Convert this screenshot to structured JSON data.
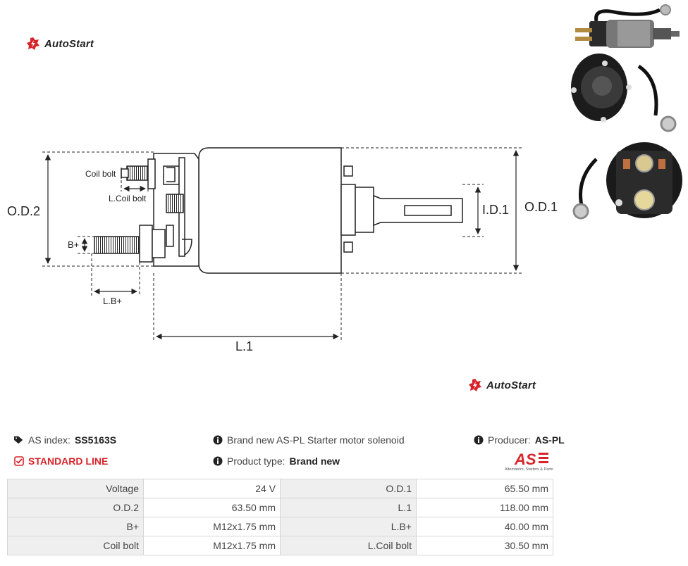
{
  "brand": {
    "name": "AutoStart"
  },
  "drawing_labels": {
    "coil_bolt": "Coil bolt",
    "l_coil_bolt": "L.Coil bolt",
    "od2": "O.D.2",
    "b_plus": "B+",
    "lb_plus": "L.B+",
    "l1": "L.1",
    "id1": "I.D.1",
    "od1": "O.D.1"
  },
  "info": {
    "as_index_label": "AS index:",
    "as_index_value": "SS5163S",
    "standard_line": "STANDARD LINE",
    "description": "Brand new AS-PL Starter motor solenoid",
    "product_type_label": "Product type:",
    "product_type_value": "Brand new",
    "producer_label": "Producer:",
    "producer_value": "AS-PL"
  },
  "aspl_logo": {
    "mark": "AS",
    "tagline": "Alternators, Starters & Parts"
  },
  "specs": [
    {
      "label1": "Voltage",
      "value1": "24 V",
      "label2": "O.D.1",
      "value2": "65.50 mm"
    },
    {
      "label1": "O.D.2",
      "value1": "63.50 mm",
      "label2": "L.1",
      "value2": "118.00 mm"
    },
    {
      "label1": "B+",
      "value1": "M12x1.75 mm",
      "label2": "L.B+",
      "value2": "40.00 mm"
    },
    {
      "label1": "Coil bolt",
      "value1": "M12x1.75 mm",
      "label2": "L.Coil bolt",
      "value2": "30.50 mm"
    }
  ],
  "colors": {
    "accent_red": "#d8232a",
    "table_label_bg": "#efefef",
    "table_border": "#d6d6d6"
  },
  "icons": [
    "tag-icon",
    "check-square-icon",
    "info-icon"
  ]
}
